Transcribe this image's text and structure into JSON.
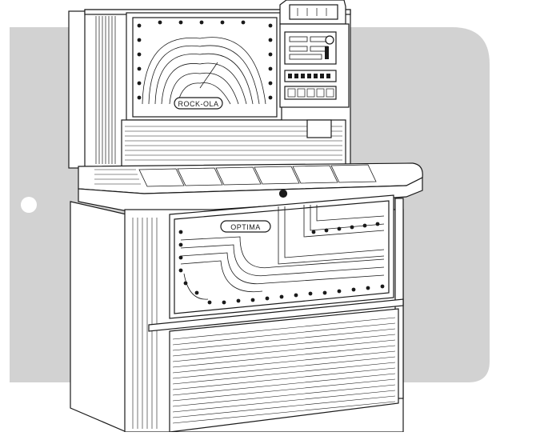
{
  "page": {
    "background_color": "#ffffff",
    "panel_color": "#d2d2d2",
    "line_color": "#1a1a1a"
  },
  "illustration": {
    "brand_logo_text": "ROCK-OLA",
    "model_logo_text": "OPTIMA",
    "punch_hole": "binder-hole"
  }
}
